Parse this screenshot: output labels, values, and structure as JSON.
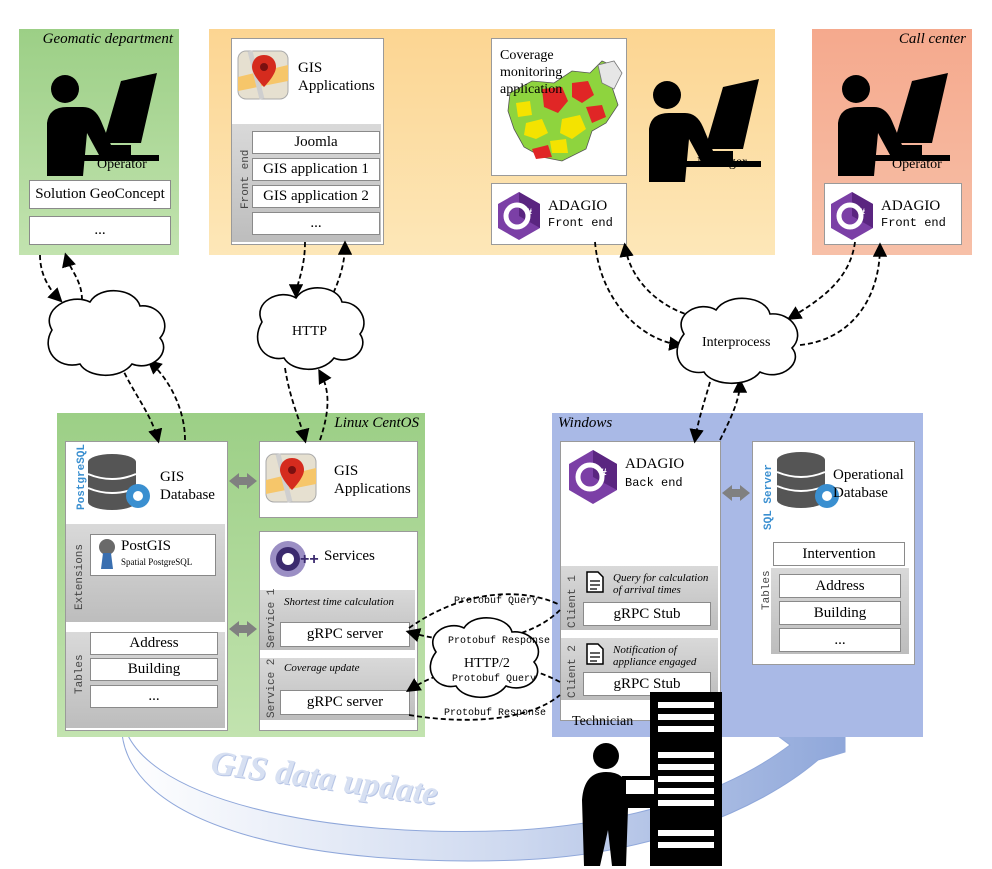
{
  "geomatic": {
    "title": "Geomatic department",
    "operator_label": "Operator",
    "items": [
      "Solution GeoConcept",
      "..."
    ]
  },
  "front": {
    "gis_app_title": "GIS Applications",
    "front_end_label": "Front end",
    "apps": [
      "Joomla",
      "GIS application 1",
      "GIS application 2",
      "..."
    ],
    "coverage_label": "Coverage monitoring application",
    "adagio_label": "ADAGIO",
    "adagio_sub": "Front end",
    "manager_label": "Manager"
  },
  "call_center": {
    "title": "Call center",
    "operator_label": "Operator",
    "adagio_label": "ADAGIO",
    "adagio_sub": "Front end"
  },
  "clouds": {
    "http": "HTTP",
    "interprocess": "Interprocess",
    "http2": "HTTP/2"
  },
  "linux": {
    "title": "Linux CentOS",
    "postgres_logo": "PostgreSQL",
    "gis_db_label": "GIS Database",
    "extensions_label": "Extensions",
    "postgis_label": "PostGIS",
    "postgis_sub": "Spatial PostgreSQL",
    "tables_label": "Tables",
    "tables": [
      "Address",
      "Building",
      "..."
    ],
    "gis_app_label": "GIS Applications",
    "services_label": "Services",
    "service1_tab": "Service 1",
    "service1_desc": "Shortest time calculation",
    "service1_server": "gRPC server",
    "service2_tab": "Service 2",
    "service2_desc": "Coverage update",
    "service2_server": "gRPC server"
  },
  "windows": {
    "title": "Windows",
    "adagio_label": "ADAGIO",
    "adagio_sub": "Back end",
    "client1_tab": "Client 1",
    "client1_desc": "Query for calculation of arrival times",
    "client1_stub": "gRPC Stub",
    "client2_tab": "Client 2",
    "client2_desc": "Notification of appliance engaged",
    "client2_stub": "gRPC Stub",
    "sqlserver_logo": "SQL Server",
    "op_db_label": "Operational Database",
    "tables_label": "Tables",
    "intervention": "Intervention",
    "tables": [
      "Address",
      "Building",
      "..."
    ]
  },
  "protobuf": {
    "query1": "Protobuf Query",
    "response1": "Protobuf Response",
    "query2": "Protobuf Query",
    "response2": "Protobuf Response"
  },
  "technician_label": "Technician",
  "gis_update_label": "GIS data update",
  "colors": {
    "green_zone": "#9ccf86",
    "orange_zone": "#fcd592",
    "red_zone": "#f5a98d",
    "blue_zone": "#a9b9e6",
    "csharp_purple": "#7b3fa6"
  }
}
